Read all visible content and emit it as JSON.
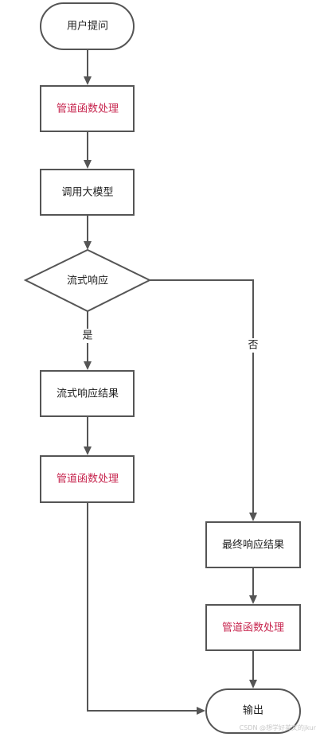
{
  "diagram": {
    "nodes": {
      "user_question": "用户提问",
      "pipeline_1": "管道函数处理",
      "call_llm": "调用大模型",
      "stream_decision": "流式响应",
      "stream_result": "流式响应结果",
      "pipeline_2": "管道函数处理",
      "final_result": "最终响应结果",
      "pipeline_3": "管道函数处理",
      "output": "输出"
    },
    "edges": {
      "yes_label": "是",
      "no_label": "否"
    },
    "colors": {
      "stroke": "#555555",
      "highlight_text": "#c7254e",
      "text": "#222222"
    }
  },
  "watermark": "CSDN @想学好英文的jkur"
}
